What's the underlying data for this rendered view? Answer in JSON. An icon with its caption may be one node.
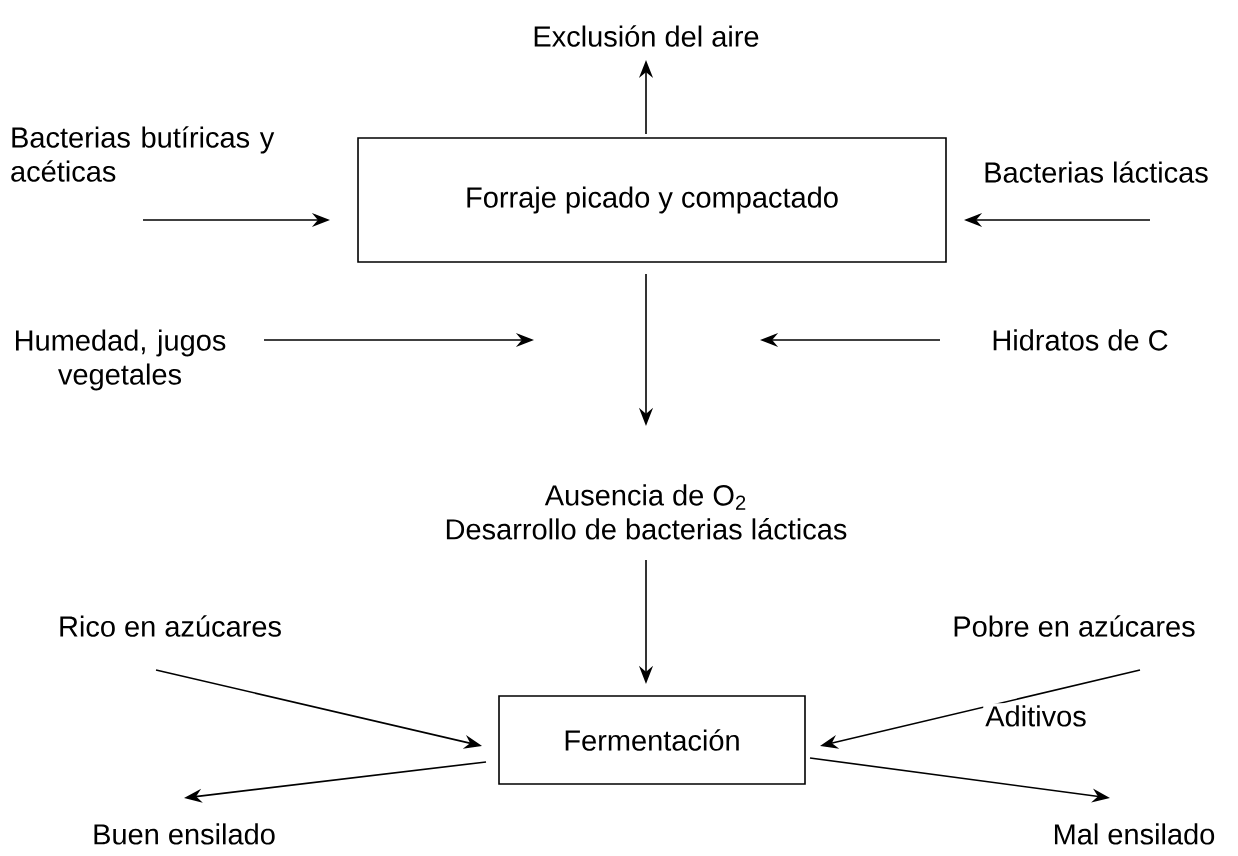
{
  "diagram": {
    "nodes": [
      {
        "text": [
          "Exclusión del aire"
        ]
      },
      {
        "text": [
          "Forraje picado y compactado"
        ]
      },
      {
        "text": [
          "Bacterias butíricas y acéticas"
        ]
      },
      {
        "text": [
          "Bacterias lácticas"
        ]
      },
      {
        "text": [
          "Humedad, jugos vegetales"
        ]
      },
      {
        "text": [
          "Hidratos de C"
        ]
      },
      {
        "text": [
          "Ausencia de O$_{2}$",
          "Desarrollo de bacterias lácticas"
        ]
      },
      {
        "text": [
          "Rico en azúcares"
        ]
      },
      {
        "text": [
          "Pobre en azúcares"
        ]
      },
      {
        "text": [
          "Fermentación"
        ]
      },
      {
        "text": [
          "Buen ensilado"
        ]
      },
      {
        "text": [
          "Mal ensilado"
        ]
      }
    ],
    "edges": [
      {
        "from": 1,
        "to": 0,
        "arrow": "to"
      },
      {
        "from": 2,
        "to": 1,
        "arrow": "to"
      },
      {
        "from": 3,
        "to": 1,
        "arrow": "to"
      },
      {
        "from": 4,
        "to": null,
        "arrow": "to"
      },
      {
        "from": 5,
        "to": null,
        "arrow": "to"
      },
      {
        "from": 1,
        "to": 6,
        "arrow": "to"
      },
      {
        "from": 6,
        "to": 9,
        "arrow": "to"
      },
      {
        "from": 7,
        "to": 9,
        "arrow": "to"
      },
      {
        "from": 8,
        "to": 9,
        "arrow": "to",
        "label": "Aditivos"
      },
      {
        "from": 9,
        "to": 10,
        "arrow": "to"
      },
      {
        "from": 9,
        "to": 11,
        "arrow": "to"
      }
    ]
  }
}
